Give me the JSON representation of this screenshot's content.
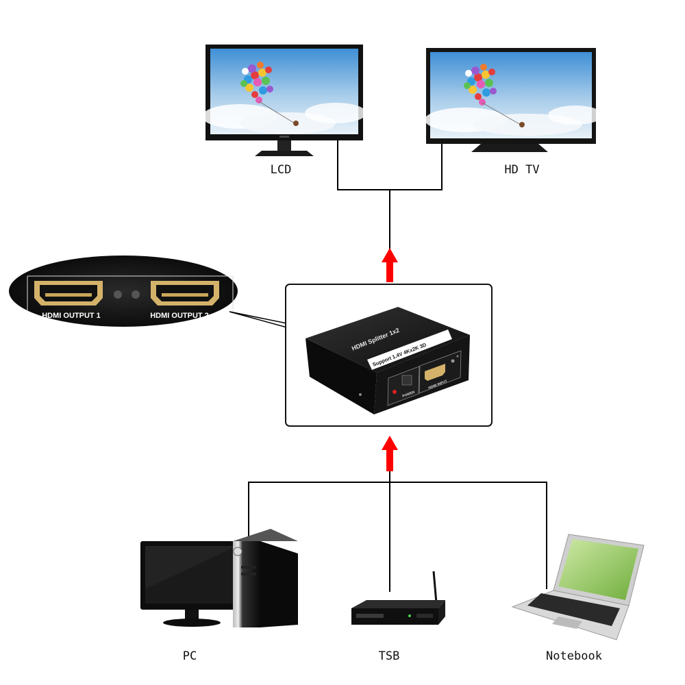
{
  "displays": {
    "lcd_label": "LCD",
    "hdtv_label": "HD TV"
  },
  "sources": {
    "pc_label": "PC",
    "tsb_label": "TSB",
    "notebook_label": "Notebook"
  },
  "splitter": {
    "title": "HDMI Splitter 1x2",
    "support": "Support 1.4V 4Kx2K 3D",
    "power_label": "POWER",
    "input_label": "HDMI INPUT"
  },
  "zoom": {
    "output1_label": "HDMI OUTPUT 1",
    "output2_label": "HDMI OUTPUT 2"
  },
  "colors": {
    "arrow": "#ff0000",
    "sky_top": "#3f8fd6",
    "sky_bottom": "#dbeaf6",
    "device_dark": "#111111"
  },
  "icons": {
    "arrow_up": "red-up-arrow-icon",
    "balloons": "balloons-icon"
  }
}
